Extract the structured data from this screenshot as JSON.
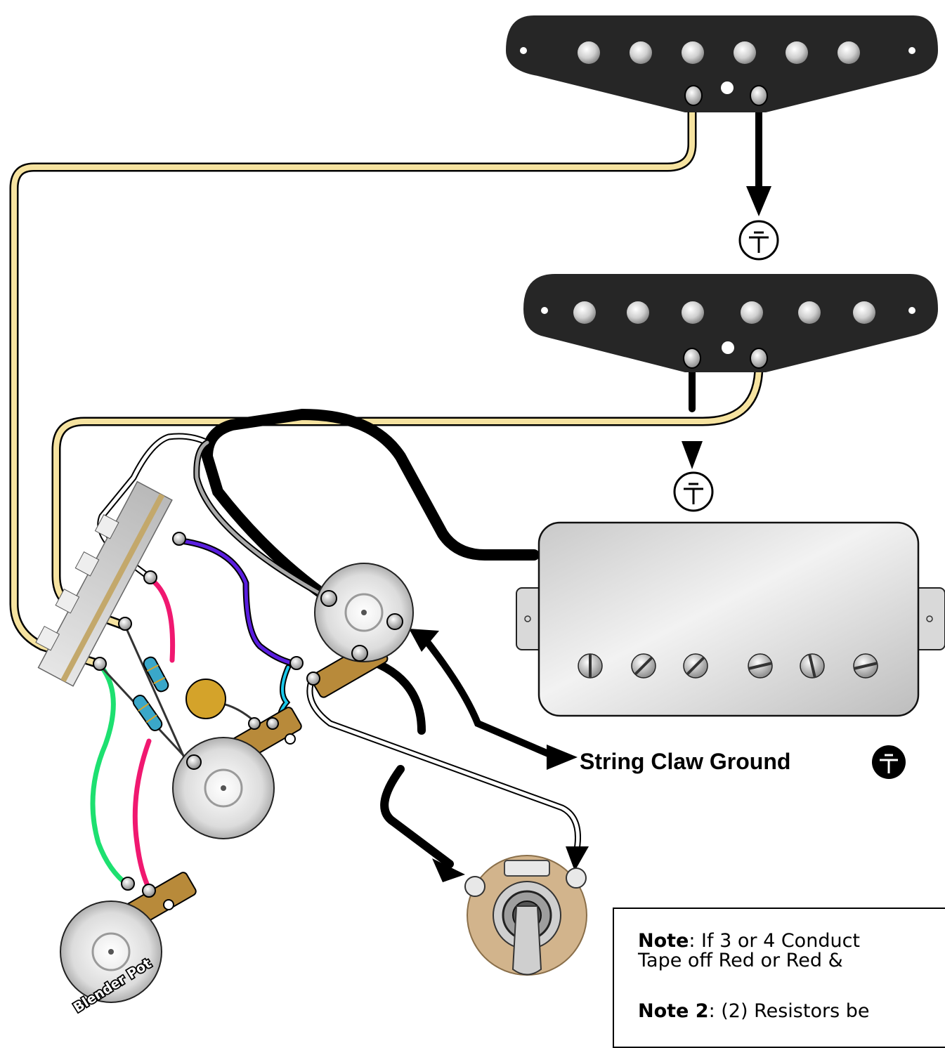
{
  "labels": {
    "string_claw": "String Claw Ground",
    "blender_pot": "Blender Pot"
  },
  "note": {
    "line1_bold": "Note",
    "line1_rest": ": If 3 or 4 Conduct",
    "line2": "Tape off Red or Red & ",
    "line3_bold": "Note 2",
    "line3_rest": ": (2) Resistors be"
  },
  "colors": {
    "wire_yellow": "#f6e3a0",
    "wire_black": "#000000",
    "wire_purple": "#5a1ee0",
    "wire_pink": "#f01870",
    "wire_green": "#1de070",
    "wire_cyan": "#1ac8ea",
    "wire_white": "#ffffff",
    "wire_gray": "#a8a8a8",
    "pickup_body": "#2a2a2a",
    "humbucker_cover": "#d8d8d8",
    "capacitor": "#d4a32a",
    "resistor": "#3aa7c9",
    "pot_body": "#d9d9d9",
    "jack_washer": "#d2b48c"
  },
  "icons": [
    "ground-symbol-icon",
    "ground-symbol-icon",
    "ground-symbol-icon"
  ]
}
